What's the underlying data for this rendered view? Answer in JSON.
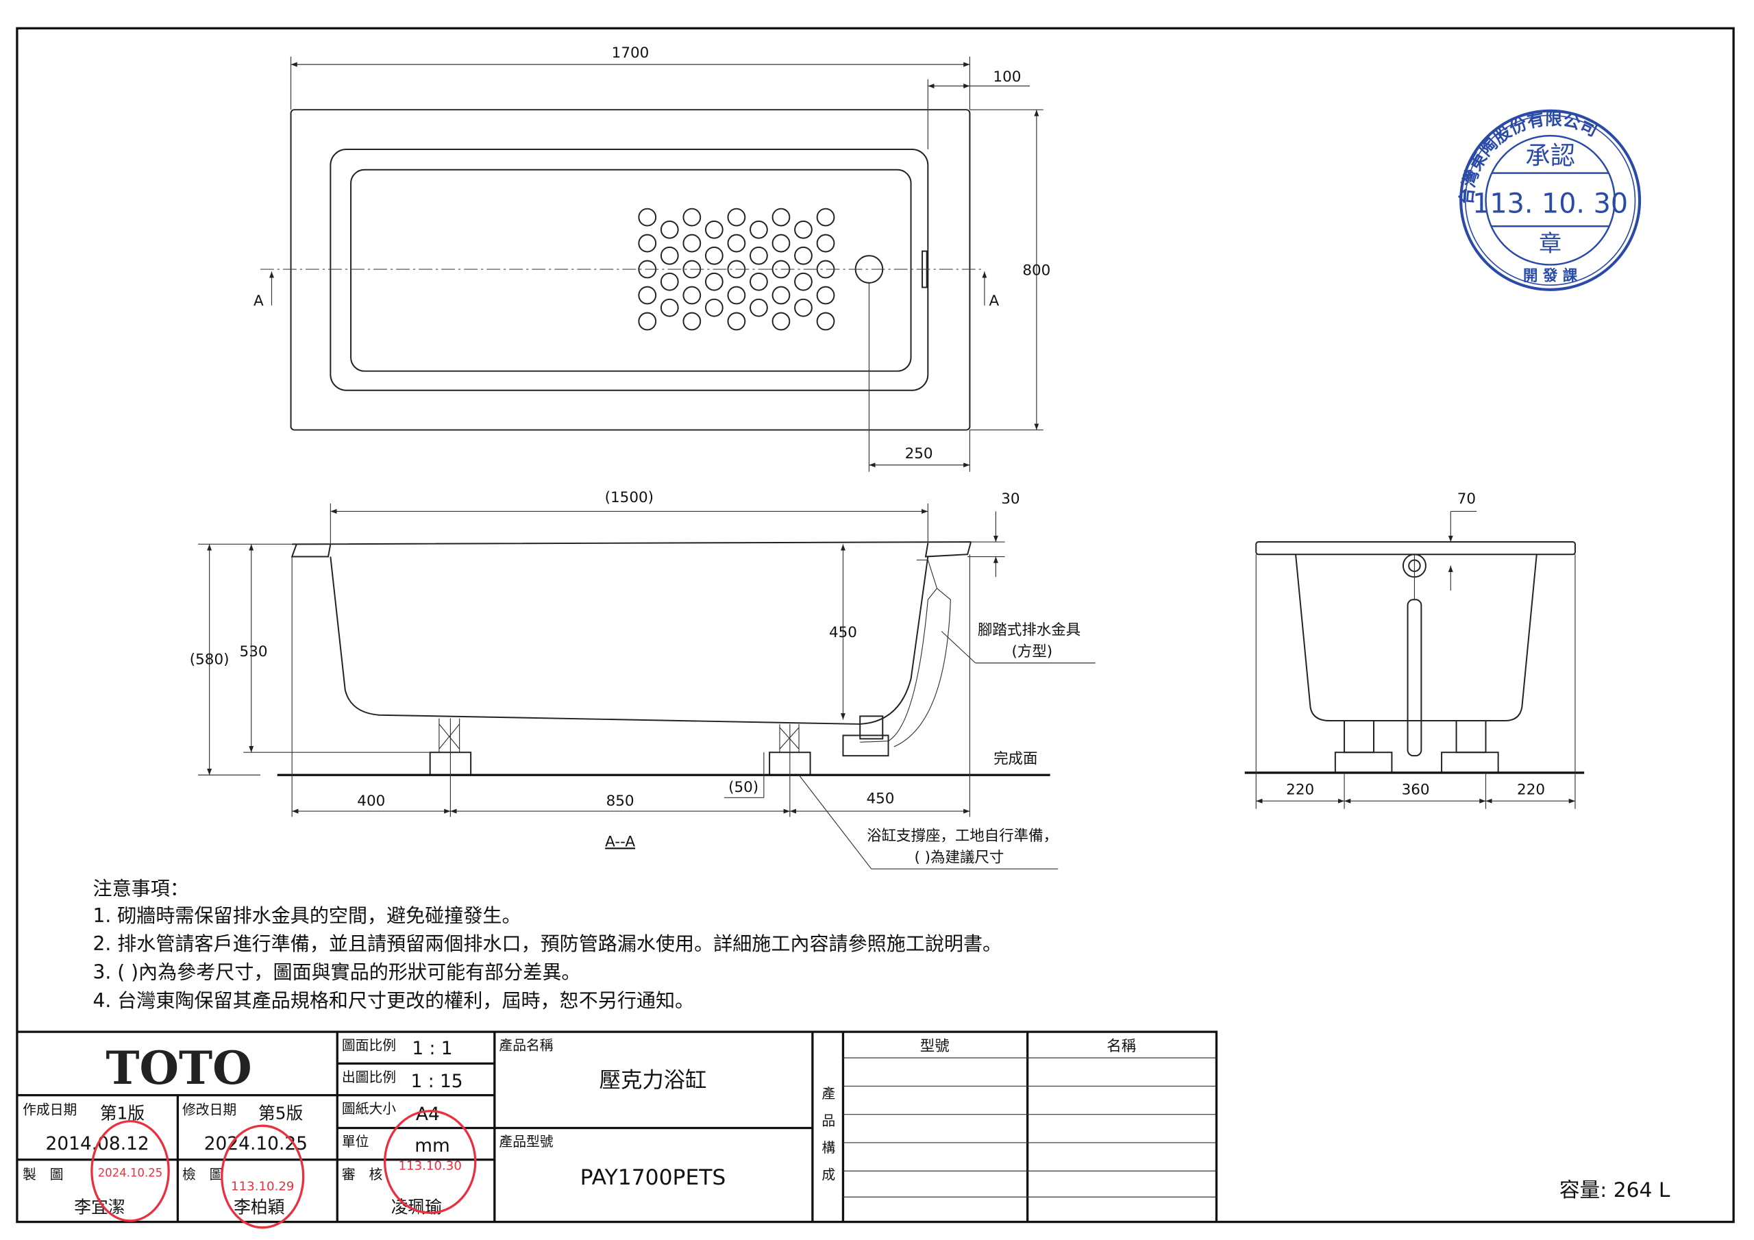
{
  "top_view": {
    "dim_length": "1700",
    "dim_rim": "100",
    "dim_width": "800",
    "dim_drain": "250",
    "section_mark": "A"
  },
  "section_view": {
    "dim_inner_length": "(1500)",
    "dim_rim_thickness": "30",
    "dim_total_height": "(580)",
    "dim_height": "530",
    "dim_depth": "450",
    "dim_left": "400",
    "dim_mid": "850",
    "dim_right": "450",
    "dim_support": "(50)",
    "drain_label_1": "腳踏式排水金具",
    "drain_label_2": "(方型)",
    "floor_label": "完成面",
    "support_label_1": "浴缸支撐座，工地自行準備，",
    "support_label_2": "(   )為建議尺寸",
    "section_title": "A--A"
  },
  "end_view": {
    "dim_rim": "70",
    "dim_left": "220",
    "dim_mid": "360",
    "dim_right": "220"
  },
  "notes": {
    "title": "注意事項：",
    "items": [
      "1. 砌牆時需保留排水金具的空間，避免碰撞發生。",
      "2. 排水管請客戶進行準備，並且請預留兩個排水口，預防管路漏水使用。詳細施工內容請參照施工說明書。",
      "3. (    )內為參考尺寸，圖面與實品的形狀可能有部分差異。",
      "4. 台灣東陶保留其產品規格和尺寸更改的權利，屆時，恕不另行通知。"
    ]
  },
  "approval_stamp": {
    "company": "台灣東陶股份有限公司",
    "top": "承認",
    "date": "113. 10. 30",
    "bottom": "章",
    "dept": "開 發 課",
    "color": "#2a4aa8"
  },
  "title_block": {
    "logo": "TOTO",
    "created_label": "作成日期",
    "created_version": "第1版",
    "created_date": "2014.08.12",
    "revised_label": "修改日期",
    "revised_version": "第5版",
    "revised_date": "2024.10.25",
    "drawn_label": "製　圖",
    "drawn_by": "李宜潔",
    "checked_label": "檢　圖",
    "checked_by": "李柏穎",
    "approved_label": "審　核",
    "approved_by": "凌珮瑜",
    "scale_label": "圖面比例",
    "scale": "1 : 1",
    "print_scale_label": "出圖比例",
    "print_scale": "1 : 15",
    "paper_label": "圖紙大小",
    "paper": "A4",
    "unit_label": "單位",
    "unit": "mm",
    "product_name_label": "產品名稱",
    "product_name": "壓克力浴缸",
    "product_model_label": "產品型號",
    "product_model": "PAY1700PETS",
    "composition_label": "產品構成",
    "col_model": "型號",
    "col_name": "名稱",
    "stamp_color": "#e8303e",
    "stamp_dates": [
      "2024.10.25",
      "113.10.29",
      "113.10.30"
    ]
  },
  "capacity": "容量: 264 L"
}
